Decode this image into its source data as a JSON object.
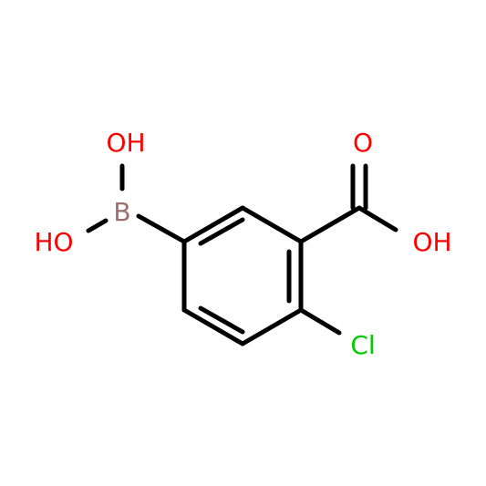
{
  "molecule": {
    "atoms": [
      {
        "id": "boron",
        "label": "B",
        "color": "#9e6f6f"
      },
      {
        "id": "oh-top",
        "label": "OH",
        "color": "#ff0000"
      },
      {
        "id": "ho-left",
        "label": "HO",
        "color": "#ff0000"
      },
      {
        "id": "carbonyl-o",
        "label": "O",
        "color": "#ff0000"
      },
      {
        "id": "acid-oh",
        "label": "OH",
        "color": "#ff0000"
      },
      {
        "id": "chlorine",
        "label": "Cl",
        "color": "#00cc00"
      }
    ],
    "bond_color": "#000000"
  }
}
